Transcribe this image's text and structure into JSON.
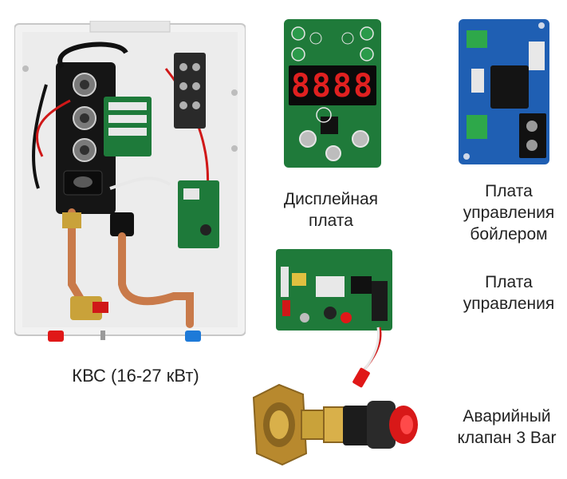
{
  "labels": {
    "heater": "КВС (16-27 кВт)",
    "display_board": [
      "Дисплейная",
      "плата"
    ],
    "boiler_board": [
      "Плата",
      "управления",
      "бойлером"
    ],
    "control_board": [
      "Плата",
      "управления"
    ],
    "safety_valve": [
      "Аварийный",
      "клапан 3 Bar"
    ]
  },
  "display_board": {
    "digits": "8888"
  },
  "colors": {
    "pcb_green": "#1f7a3a",
    "pcb_blue": "#1f5fb3",
    "led_red": "#e02020",
    "brass": "#c9a23a",
    "copper": "#c97a4a"
  }
}
